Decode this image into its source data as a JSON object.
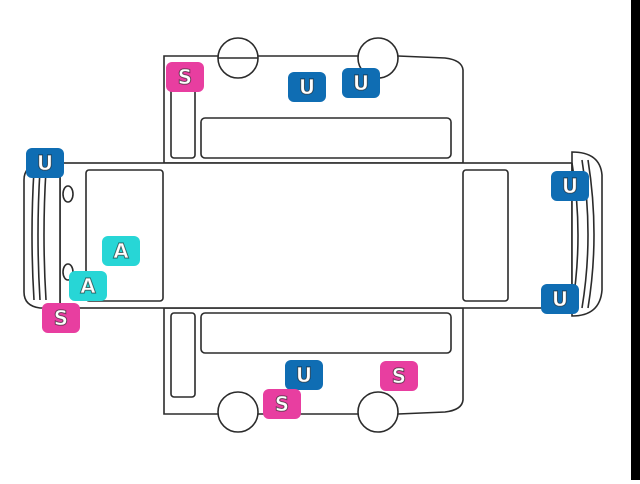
{
  "colors": {
    "U": "#0f6db3",
    "S": "#e83ea0",
    "A": "#27d6d6",
    "outline": "#2b2b2b"
  },
  "badge_labels": {
    "U": "U",
    "S": "S",
    "A": "A"
  },
  "badges": [
    {
      "type": "S",
      "label": "S"
    },
    {
      "type": "U",
      "label": "U"
    },
    {
      "type": "U",
      "label": "U"
    },
    {
      "type": "U",
      "label": "U"
    },
    {
      "type": "U",
      "label": "U"
    },
    {
      "type": "A",
      "label": "A"
    },
    {
      "type": "A",
      "label": "A"
    },
    {
      "type": "S",
      "label": "S"
    },
    {
      "type": "U",
      "label": "U"
    },
    {
      "type": "U",
      "label": "U"
    },
    {
      "type": "S",
      "label": "S"
    },
    {
      "type": "S",
      "label": "S"
    }
  ]
}
